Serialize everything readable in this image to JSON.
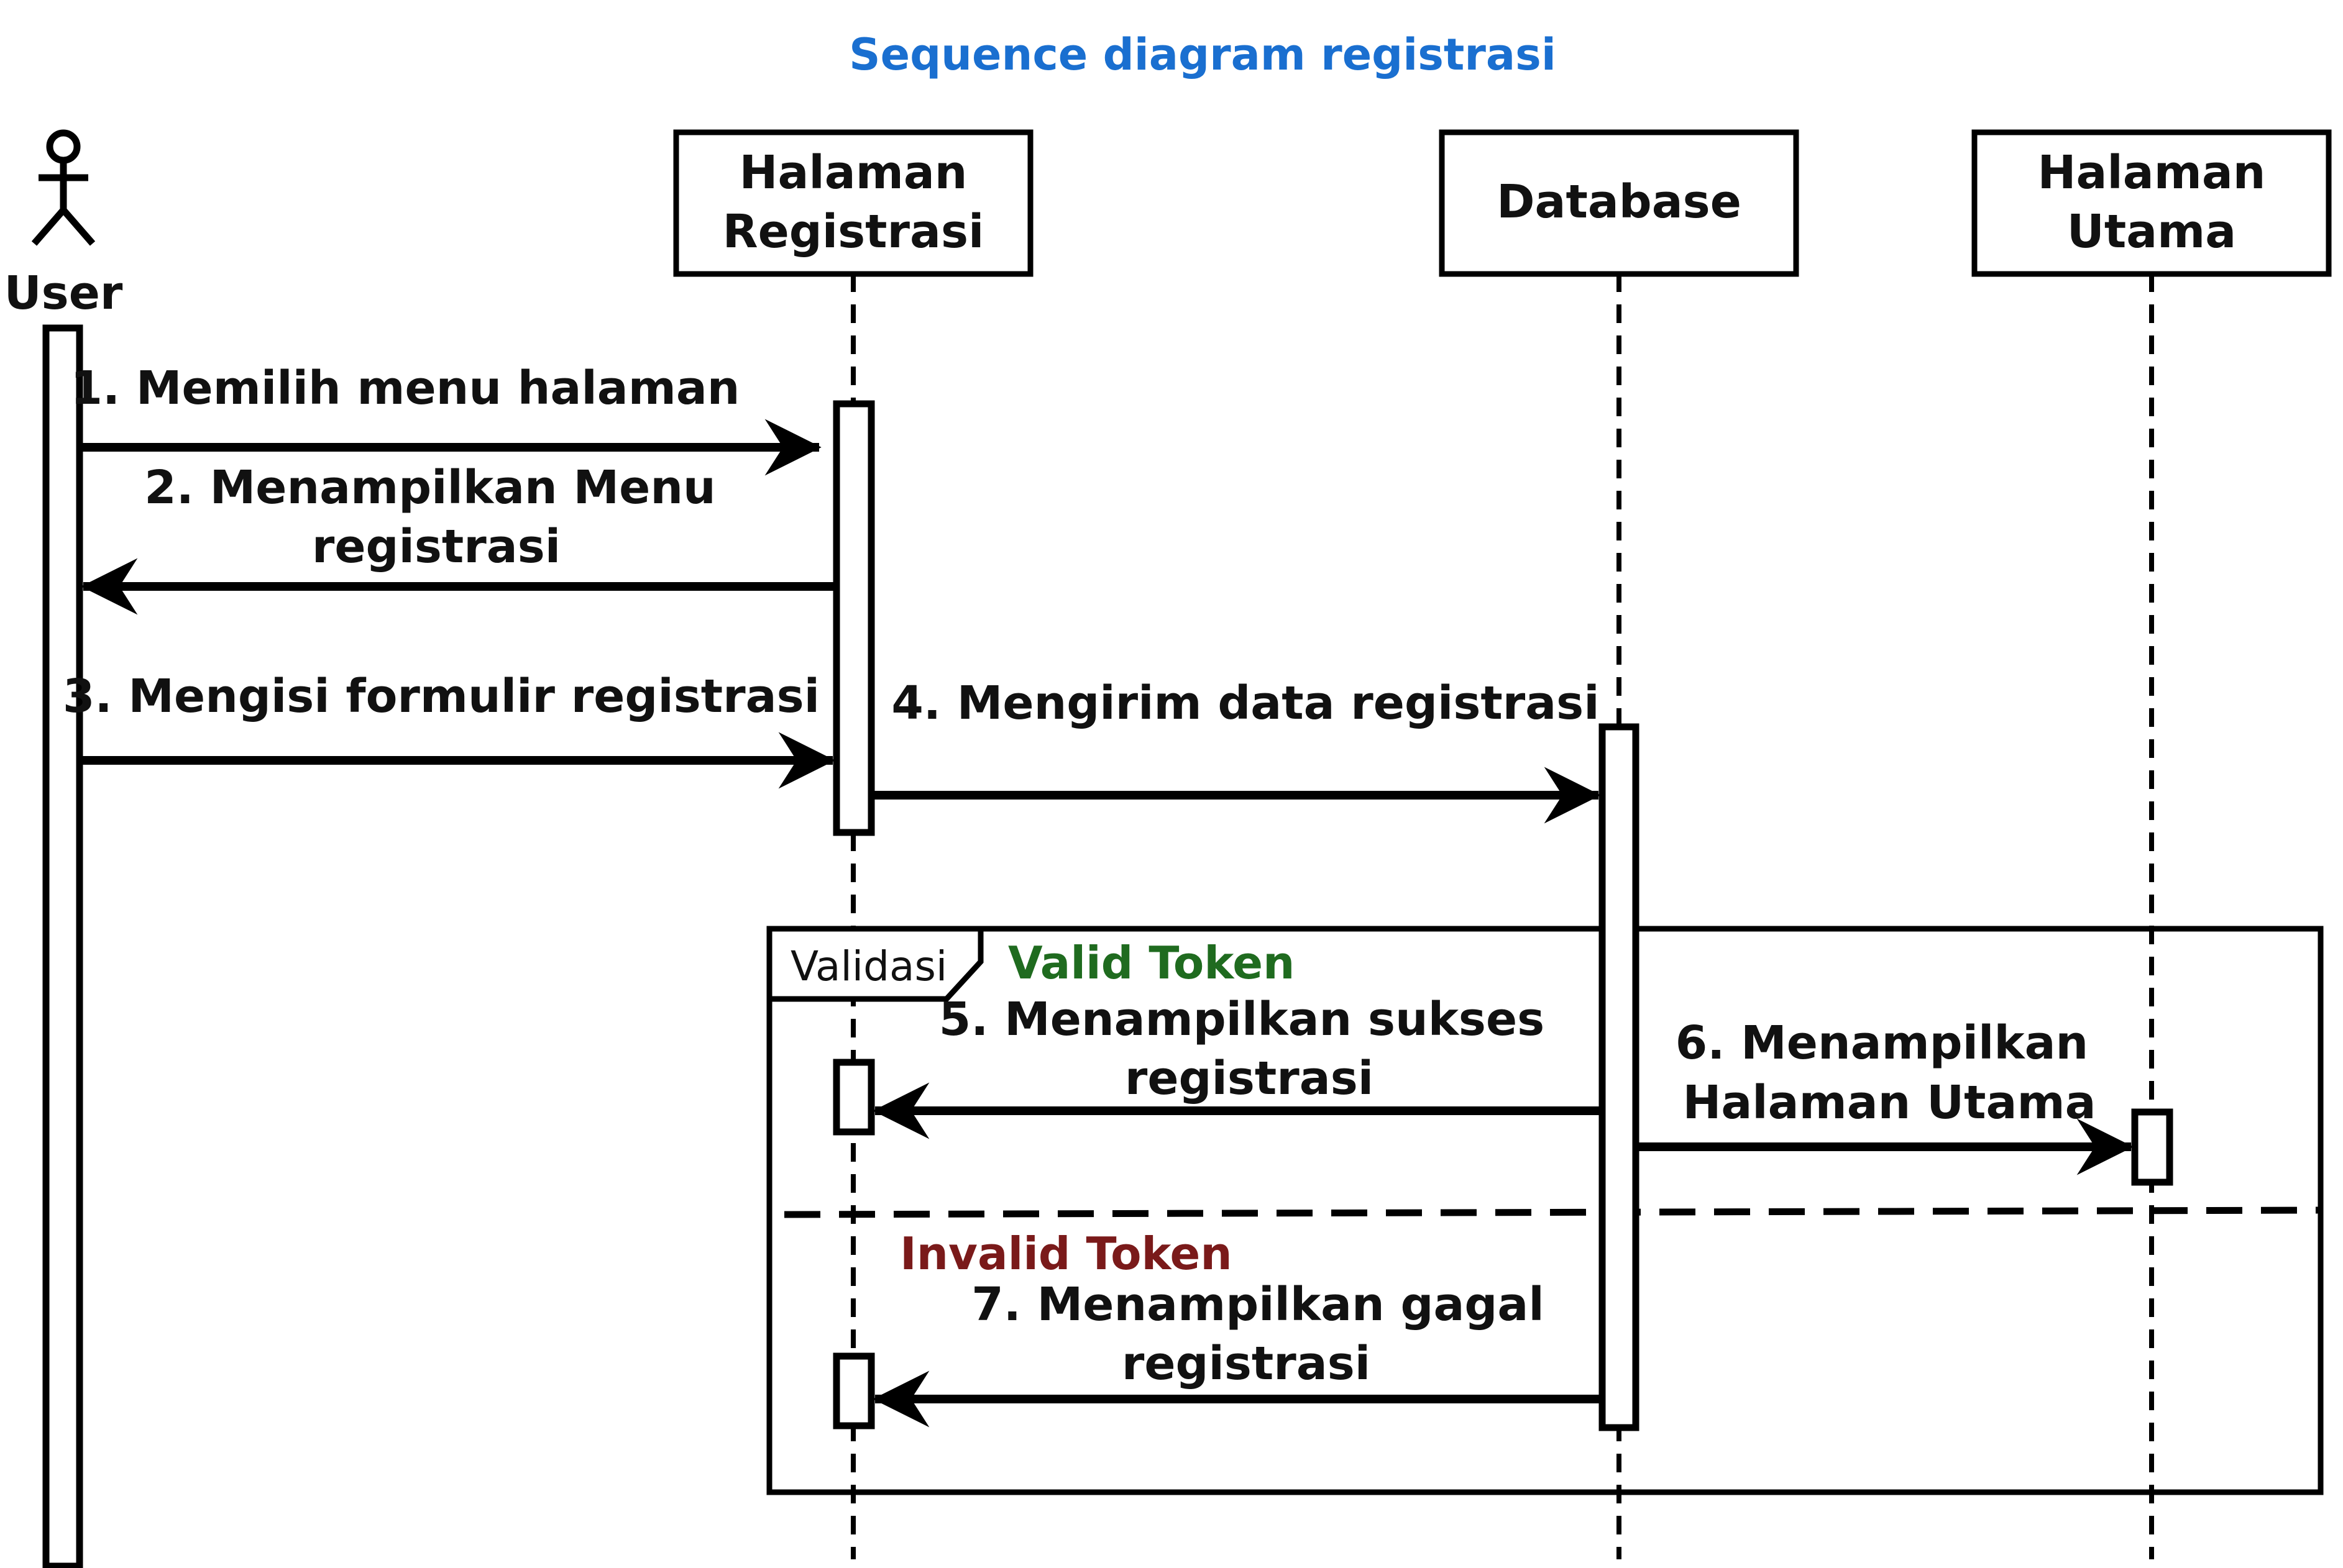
{
  "title": "Sequence diagram registrasi",
  "actor": {
    "label": "User"
  },
  "participants": [
    {
      "id": "p1",
      "lines": [
        "Halaman",
        "Registrasi"
      ]
    },
    {
      "id": "p2",
      "lines": [
        "Database"
      ]
    },
    {
      "id": "p3",
      "lines": [
        "Halaman",
        "Utama"
      ]
    }
  ],
  "messages": [
    {
      "from": "User",
      "to": "Halaman Registrasi",
      "lines": [
        "1. Memilih menu halaman"
      ]
    },
    {
      "from": "Halaman Registrasi",
      "to": "User",
      "lines": [
        "2. Menampilkan Menu",
        "registrasi"
      ]
    },
    {
      "from": "User",
      "to": "Halaman Registrasi",
      "lines": [
        "3. Mengisi formulir registrasi"
      ]
    },
    {
      "from": "Halaman Registrasi",
      "to": "Database",
      "lines": [
        "4. Mengirim data registrasi"
      ]
    },
    {
      "from": "Database",
      "to": "Halaman Registrasi",
      "lines": [
        "5. Menampilkan sukses",
        "registrasi"
      ]
    },
    {
      "from": "Database",
      "to": "Halaman Utama",
      "lines": [
        "6. Menampilkan",
        "Halaman Utama"
      ]
    },
    {
      "from": "Database",
      "to": "Halaman Registrasi",
      "lines": [
        "7. Menampilkan gagal",
        "registrasi"
      ]
    }
  ],
  "fragment": {
    "label": "Validasi",
    "operands": [
      {
        "guard": "Valid Token",
        "color": "#1f6b1f"
      },
      {
        "guard": "Invalid Token",
        "color": "#7a1a1a"
      }
    ]
  },
  "colors": {
    "title": "#1a6fd0",
    "line": "#000000"
  }
}
